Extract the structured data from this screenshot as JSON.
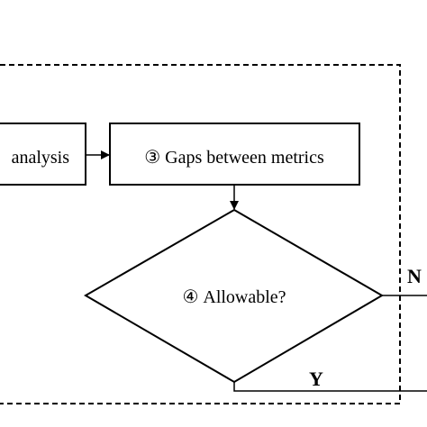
{
  "nodes": {
    "analysis": {
      "label": "analysis"
    },
    "gaps": {
      "marker": "③",
      "label": "Gaps between metrics"
    },
    "allowable": {
      "marker": "④",
      "label": "Allowable?"
    }
  },
  "branches": {
    "no": "N",
    "yes": "Y"
  }
}
